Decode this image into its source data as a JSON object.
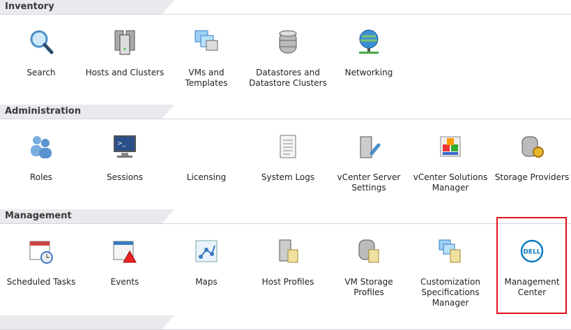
{
  "sections": [
    {
      "title": "Inventory",
      "items": [
        {
          "label": "Search",
          "icon": "search-icon"
        },
        {
          "label": "Hosts and Clusters",
          "icon": "hosts-icon"
        },
        {
          "label": "VMs and Templates",
          "icon": "vms-icon"
        },
        {
          "label": "Datastores and Datastore Clusters",
          "icon": "datastore-icon"
        },
        {
          "label": "Networking",
          "icon": "network-icon"
        }
      ]
    },
    {
      "title": "Administration",
      "items": [
        {
          "label": "Roles",
          "icon": "roles-icon"
        },
        {
          "label": "Sessions",
          "icon": "sessions-icon"
        },
        {
          "label": "Licensing",
          "icon": "licensing-icon"
        },
        {
          "label": "System Logs",
          "icon": "logs-icon"
        },
        {
          "label": "vCenter Server Settings",
          "icon": "server-settings-icon"
        },
        {
          "label": "vCenter Solutions Manager",
          "icon": "solutions-icon"
        },
        {
          "label": "Storage Providers",
          "icon": "storage-providers-icon"
        }
      ]
    },
    {
      "title": "Management",
      "items": [
        {
          "label": "Scheduled Tasks",
          "icon": "scheduled-tasks-icon"
        },
        {
          "label": "Events",
          "icon": "events-icon"
        },
        {
          "label": "Maps",
          "icon": "maps-icon"
        },
        {
          "label": "Host Profiles",
          "icon": "host-profiles-icon"
        },
        {
          "label": "VM Storage Profiles",
          "icon": "vm-storage-profiles-icon"
        },
        {
          "label": "Customization Specifications Manager",
          "icon": "customization-icon"
        },
        {
          "label": "Management Center",
          "icon": "dell-icon",
          "logo_text": "DELL"
        }
      ]
    }
  ],
  "colors": {
    "highlight": "#e0101a",
    "dell": "#0b7dc1"
  }
}
